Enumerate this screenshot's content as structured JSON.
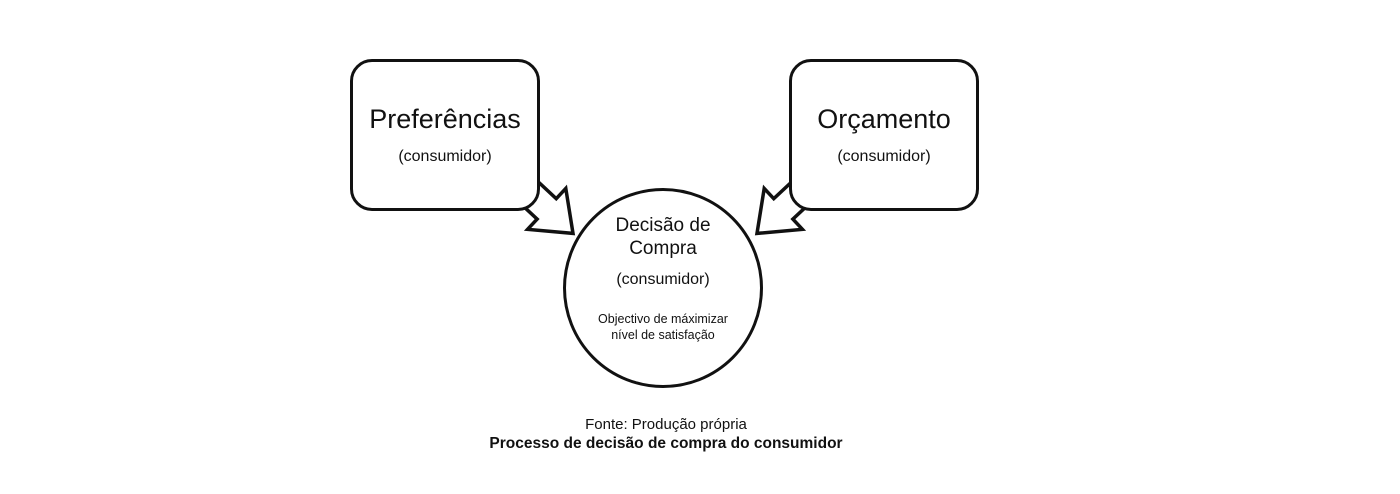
{
  "diagram": {
    "colors": {
      "background": "#ffffff",
      "stroke": "#111111",
      "shape_fill": "#ffffff"
    },
    "boxes": {
      "preferences": {
        "title": "Preferências",
        "subtitle": "(consumidor)"
      },
      "budget": {
        "title": "Orçamento",
        "subtitle": "(consumidor)"
      }
    },
    "circle": {
      "title": "Decisão de Compra",
      "subtitle": "(consumidor)",
      "note": "Objectivo de máximizar nível de satisfação"
    },
    "arrows": {
      "left": "block-arrow-down-right",
      "right": "block-arrow-down-left"
    },
    "caption": {
      "source": "Fonte: Produção própria",
      "title": "Processo de decisão de compra do consumidor"
    }
  }
}
